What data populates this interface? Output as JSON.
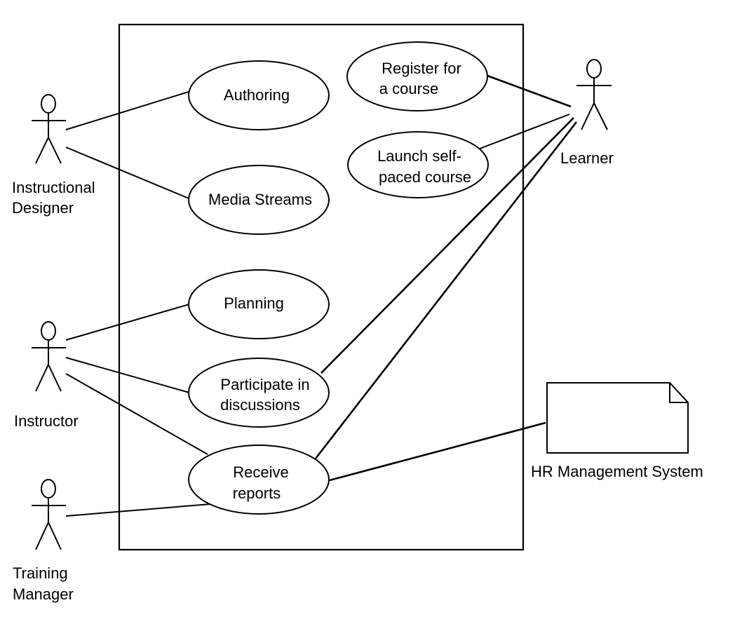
{
  "actors": {
    "instructional_designer": {
      "label_line1": "Instructional",
      "label_line2": "Designer"
    },
    "instructor": {
      "label": "Instructor"
    },
    "training_manager": {
      "label_line1": "Training",
      "label_line2": "Manager"
    },
    "learner": {
      "label": "Learner"
    }
  },
  "use_cases": {
    "authoring": {
      "label": "Authoring"
    },
    "media_streams": {
      "label": "Media Streams"
    },
    "planning": {
      "label": "Planning"
    },
    "participate": {
      "line1": "Participate in",
      "line2": "discussions"
    },
    "receive_reports": {
      "line1": "Receive",
      "line2": "reports"
    },
    "register": {
      "line1": "Register for",
      "line2": "a course"
    },
    "launch": {
      "line1": "Launch self-",
      "line2": "paced course"
    }
  },
  "external_system": {
    "label": "HR Management System"
  },
  "colors": {
    "line": "#000000",
    "background": "#ffffff"
  }
}
